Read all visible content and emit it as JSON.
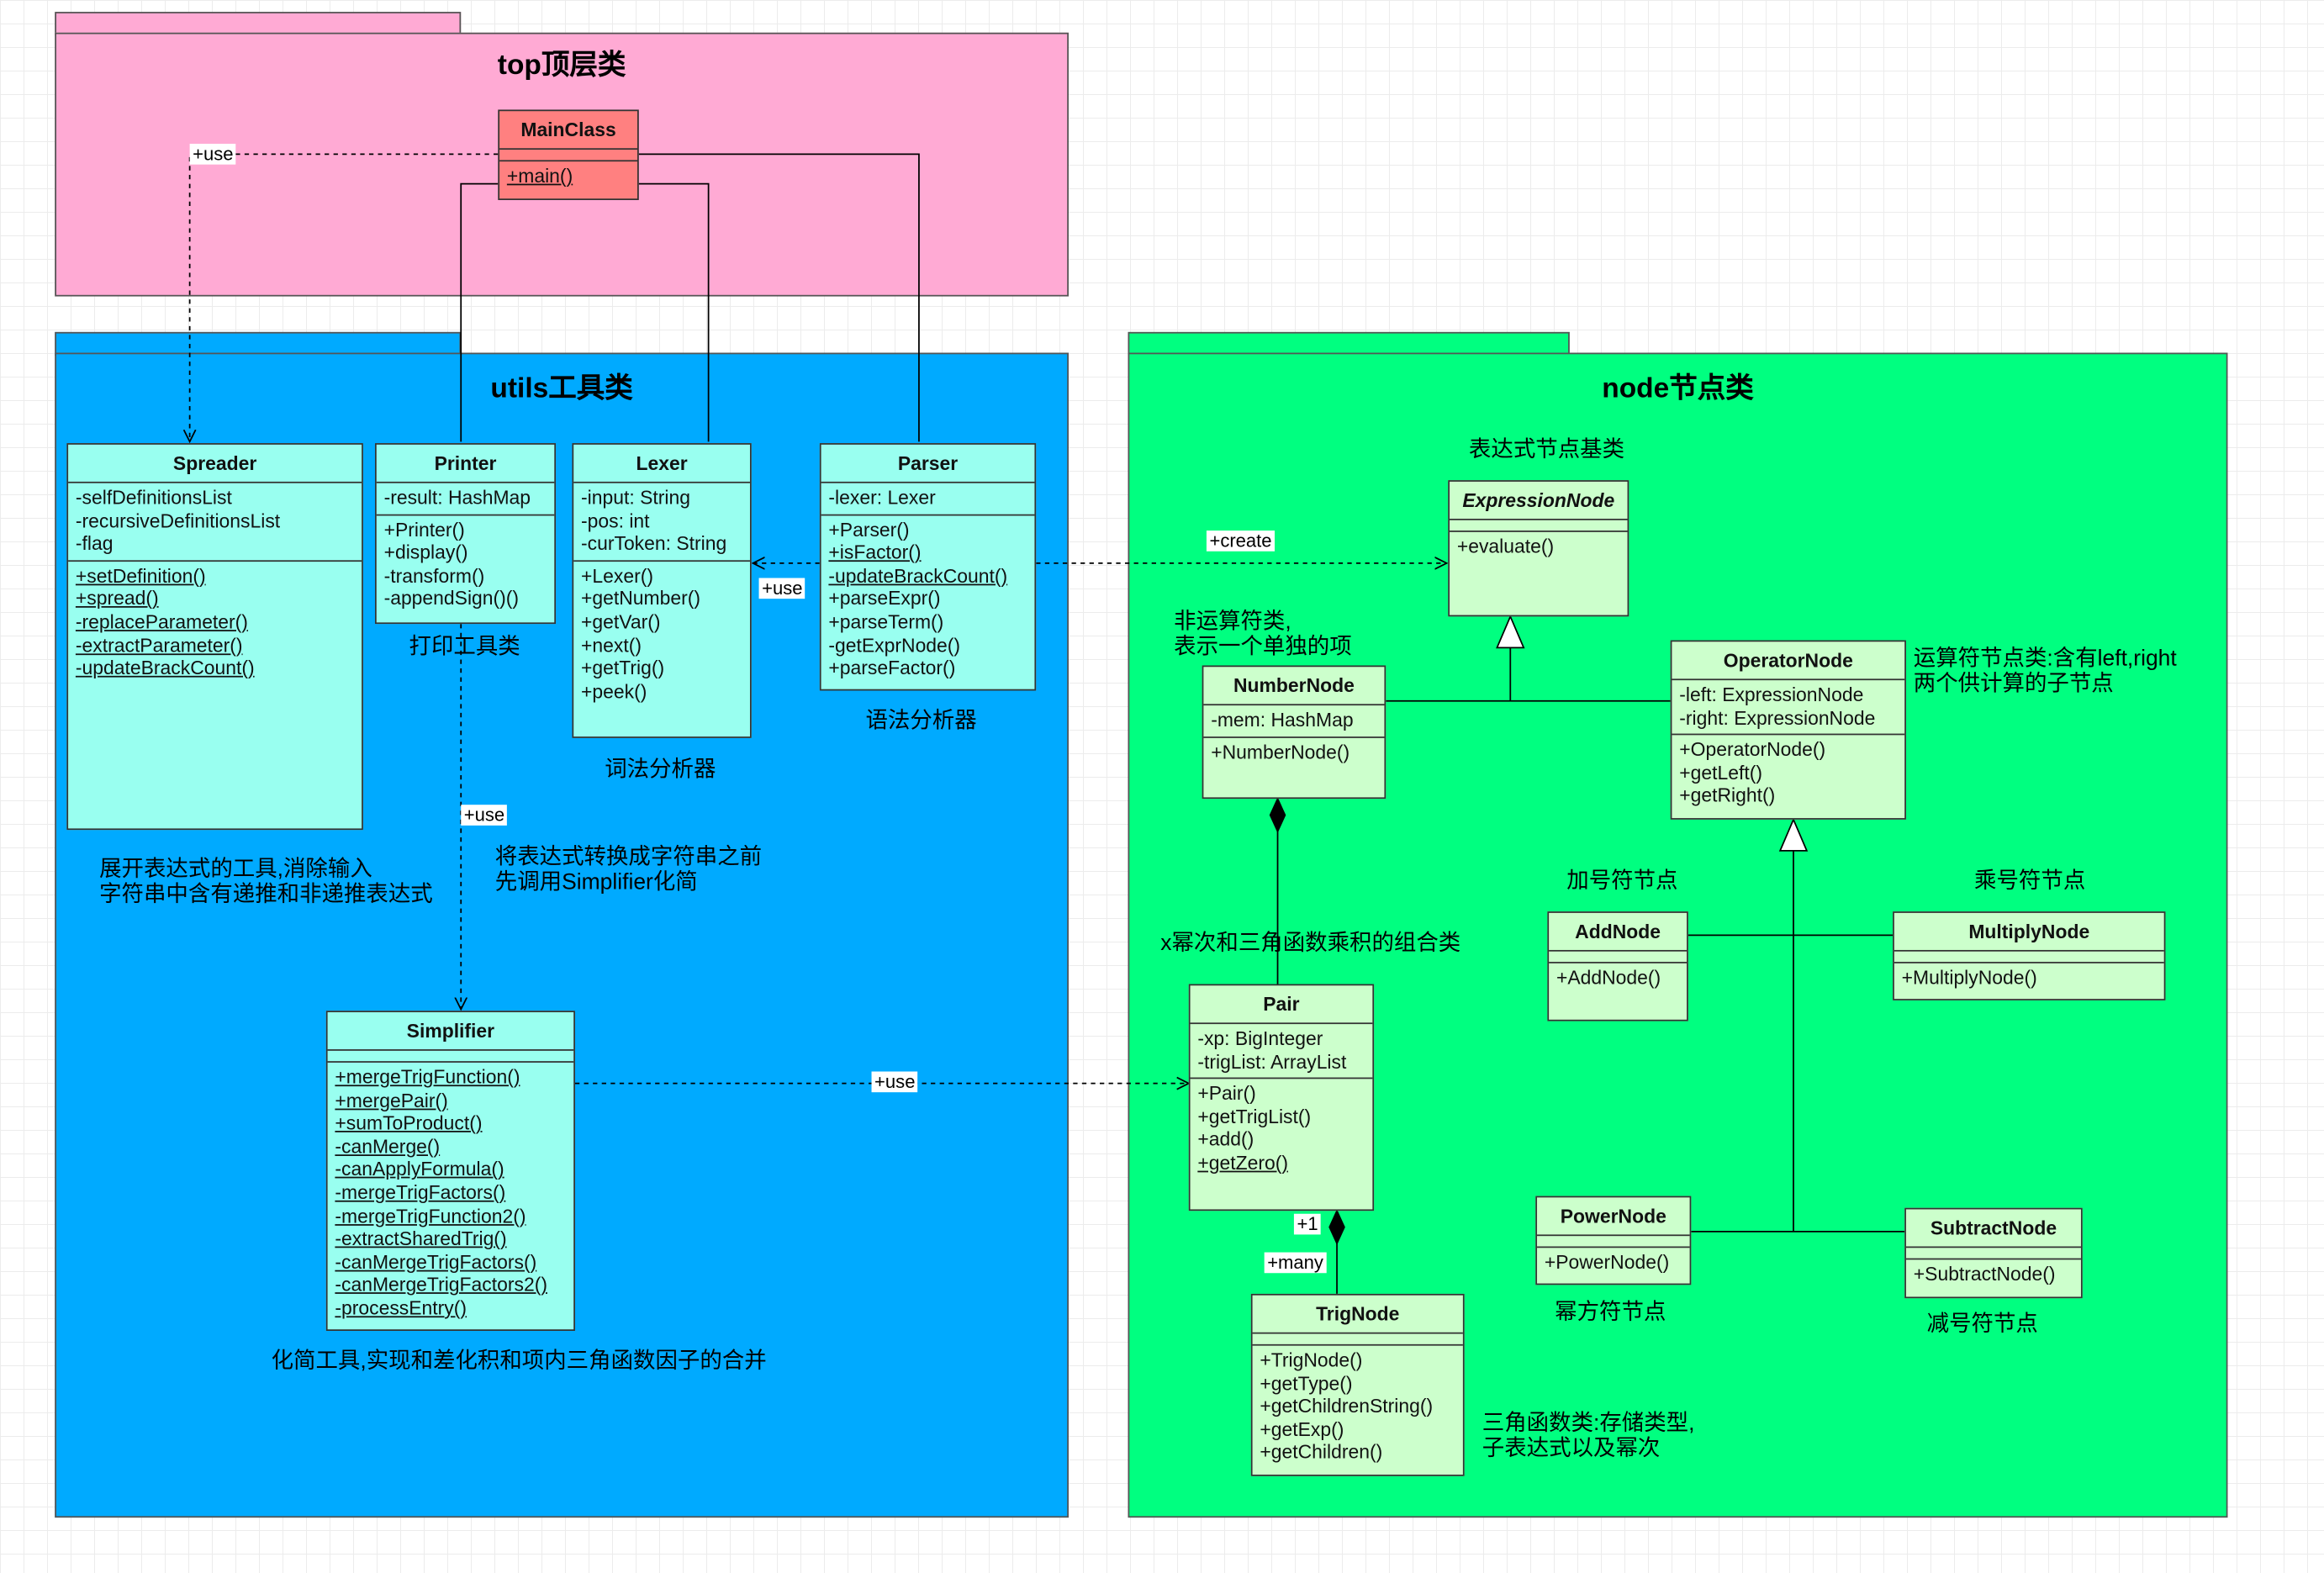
{
  "packages": {
    "top": {
      "title": "top顶层类",
      "color": "#ffaad4"
    },
    "utils": {
      "title": "utils工具类",
      "color": "#00aaff"
    },
    "node": {
      "title": "node节点类",
      "color": "#00ff80"
    }
  },
  "classes": {
    "mainclass": {
      "name": "MainClass",
      "attrs": [],
      "methods": [
        {
          "text": "+main()",
          "static": true
        }
      ]
    },
    "spreader": {
      "name": "Spreader",
      "attrs": [
        "-selfDefinitionsList",
        "-recursiveDefinitionsList",
        "-flag"
      ],
      "methods": [
        {
          "text": "+setDefinition()",
          "static": true
        },
        {
          "text": "+spread()",
          "static": true
        },
        {
          "text": "-replaceParameter()",
          "static": true
        },
        {
          "text": "-extractParameter()",
          "static": true
        },
        {
          "text": "-updateBrackCount()",
          "static": true
        }
      ]
    },
    "printer": {
      "name": "Printer",
      "attrs": [
        "-result: HashMap"
      ],
      "methods": [
        {
          "text": "+Printer()",
          "static": false
        },
        {
          "text": "+display()",
          "static": false
        },
        {
          "text": "-transform()",
          "static": false
        },
        {
          "text": "-appendSign()()",
          "static": false
        }
      ]
    },
    "lexer": {
      "name": "Lexer",
      "attrs": [
        "-input: String",
        "-pos: int",
        "-curToken: String"
      ],
      "methods": [
        {
          "text": "+Lexer()",
          "static": false
        },
        {
          "text": "+getNumber()",
          "static": false
        },
        {
          "text": "+getVar()",
          "static": false
        },
        {
          "text": "+next()",
          "static": false
        },
        {
          "text": "+getTrig()",
          "static": false
        },
        {
          "text": "+peek()",
          "static": false
        }
      ]
    },
    "parser": {
      "name": "Parser",
      "attrs": [
        "-lexer: Lexer"
      ],
      "methods": [
        {
          "text": "+Parser()",
          "static": false
        },
        {
          "text": "+isFactor()",
          "static": true
        },
        {
          "text": "-updateBrackCount()",
          "static": true
        },
        {
          "text": "+parseExpr()",
          "static": false
        },
        {
          "text": "+parseTerm()",
          "static": false
        },
        {
          "text": "-getExprNode()",
          "static": false
        },
        {
          "text": "+parseFactor()",
          "static": false
        }
      ]
    },
    "simplifier": {
      "name": "Simplifier",
      "attrs": [],
      "methods": [
        {
          "text": "+mergeTrigFunction()",
          "static": true
        },
        {
          "text": "+mergePair()",
          "static": true
        },
        {
          "text": "+sumToProduct()",
          "static": true
        },
        {
          "text": "-canMerge()",
          "static": true
        },
        {
          "text": "-canApplyFormula()",
          "static": true
        },
        {
          "text": "-mergeTrigFactors()",
          "static": true
        },
        {
          "text": "-mergeTrigFunction2()",
          "static": true
        },
        {
          "text": "-extractSharedTrig()",
          "static": true
        },
        {
          "text": "-canMergeTrigFactors()",
          "static": true
        },
        {
          "text": "-canMergeTrigFactors2()",
          "static": true
        },
        {
          "text": "-processEntry()",
          "static": true
        }
      ]
    },
    "expressionnode": {
      "name": "ExpressionNode",
      "attrs": [],
      "methods": [
        {
          "text": "+evaluate()",
          "static": false
        }
      ]
    },
    "numbernode": {
      "name": "NumberNode",
      "attrs": [
        "-mem: HashMap"
      ],
      "methods": [
        {
          "text": "+NumberNode()",
          "static": false
        }
      ]
    },
    "operatornode": {
      "name": "OperatorNode",
      "attrs": [
        "-left: ExpressionNode",
        "-right: ExpressionNode"
      ],
      "methods": [
        {
          "text": "+OperatorNode()",
          "static": false
        },
        {
          "text": "+getLeft()",
          "static": false
        },
        {
          "text": "+getRight()",
          "static": false
        }
      ]
    },
    "addnode": {
      "name": "AddNode",
      "attrs": [],
      "methods": [
        {
          "text": "+AddNode()",
          "static": false
        }
      ]
    },
    "multiplynode": {
      "name": "MultiplyNode",
      "attrs": [],
      "methods": [
        {
          "text": "+MultiplyNode()",
          "static": false
        }
      ]
    },
    "pair": {
      "name": "Pair",
      "attrs": [
        "-xp: BigInteger",
        "-trigList: ArrayList"
      ],
      "methods": [
        {
          "text": "+Pair()",
          "static": false
        },
        {
          "text": "+getTrigList()",
          "static": false
        },
        {
          "text": "+add()",
          "static": false
        },
        {
          "text": "+getZero()",
          "static": true
        }
      ]
    },
    "powernode": {
      "name": "PowerNode",
      "attrs": [],
      "methods": [
        {
          "text": "+PowerNode()",
          "static": false
        }
      ]
    },
    "subtractnode": {
      "name": "SubtractNode",
      "attrs": [],
      "methods": [
        {
          "text": "+SubtractNode()",
          "static": false
        }
      ]
    },
    "trignode": {
      "name": "TrigNode",
      "attrs": [],
      "methods": [
        {
          "text": "+TrigNode()",
          "static": false
        },
        {
          "text": "+getType()",
          "static": false
        },
        {
          "text": "+getChildrenString()",
          "static": false
        },
        {
          "text": "+getExp()",
          "static": false
        },
        {
          "text": "+getChildren()",
          "static": false
        }
      ]
    }
  },
  "notes": {
    "printer": "打印工具类",
    "lexer": "词法分析器",
    "parser": "语法分析器",
    "spreader": "展开表达式的工具,消除输入\n字符串中含有递推和非递推表达式",
    "printer_flow": "将表达式转换成字符串之前\n先调用Simplifier化简",
    "simplifier": "化简工具,实现和差化积和项内三角函数因子的合并",
    "expressionnode": "表达式节点基类",
    "numbernode": "非运算符类,\n表示一个单独的项",
    "operatornode": "运算符节点类:含有left,right\n两个供计算的子节点",
    "addnode": "加号符节点",
    "multiplynode": "乘号符节点",
    "pair": "x幂次和三角函数乘积的组合类",
    "powernode": "幂方符节点",
    "subtractnode": "减号符节点",
    "trignode": "三角函数类:存储类型,\n子表达式以及幂次"
  },
  "edge_labels": {
    "main_spreader": "+use",
    "parser_lexer": "+use",
    "printer_simplifier": "+use",
    "parser_expression": "+create",
    "simplifier_pair": "+use",
    "pair_mult": "+1",
    "trig_mult": "+many"
  }
}
